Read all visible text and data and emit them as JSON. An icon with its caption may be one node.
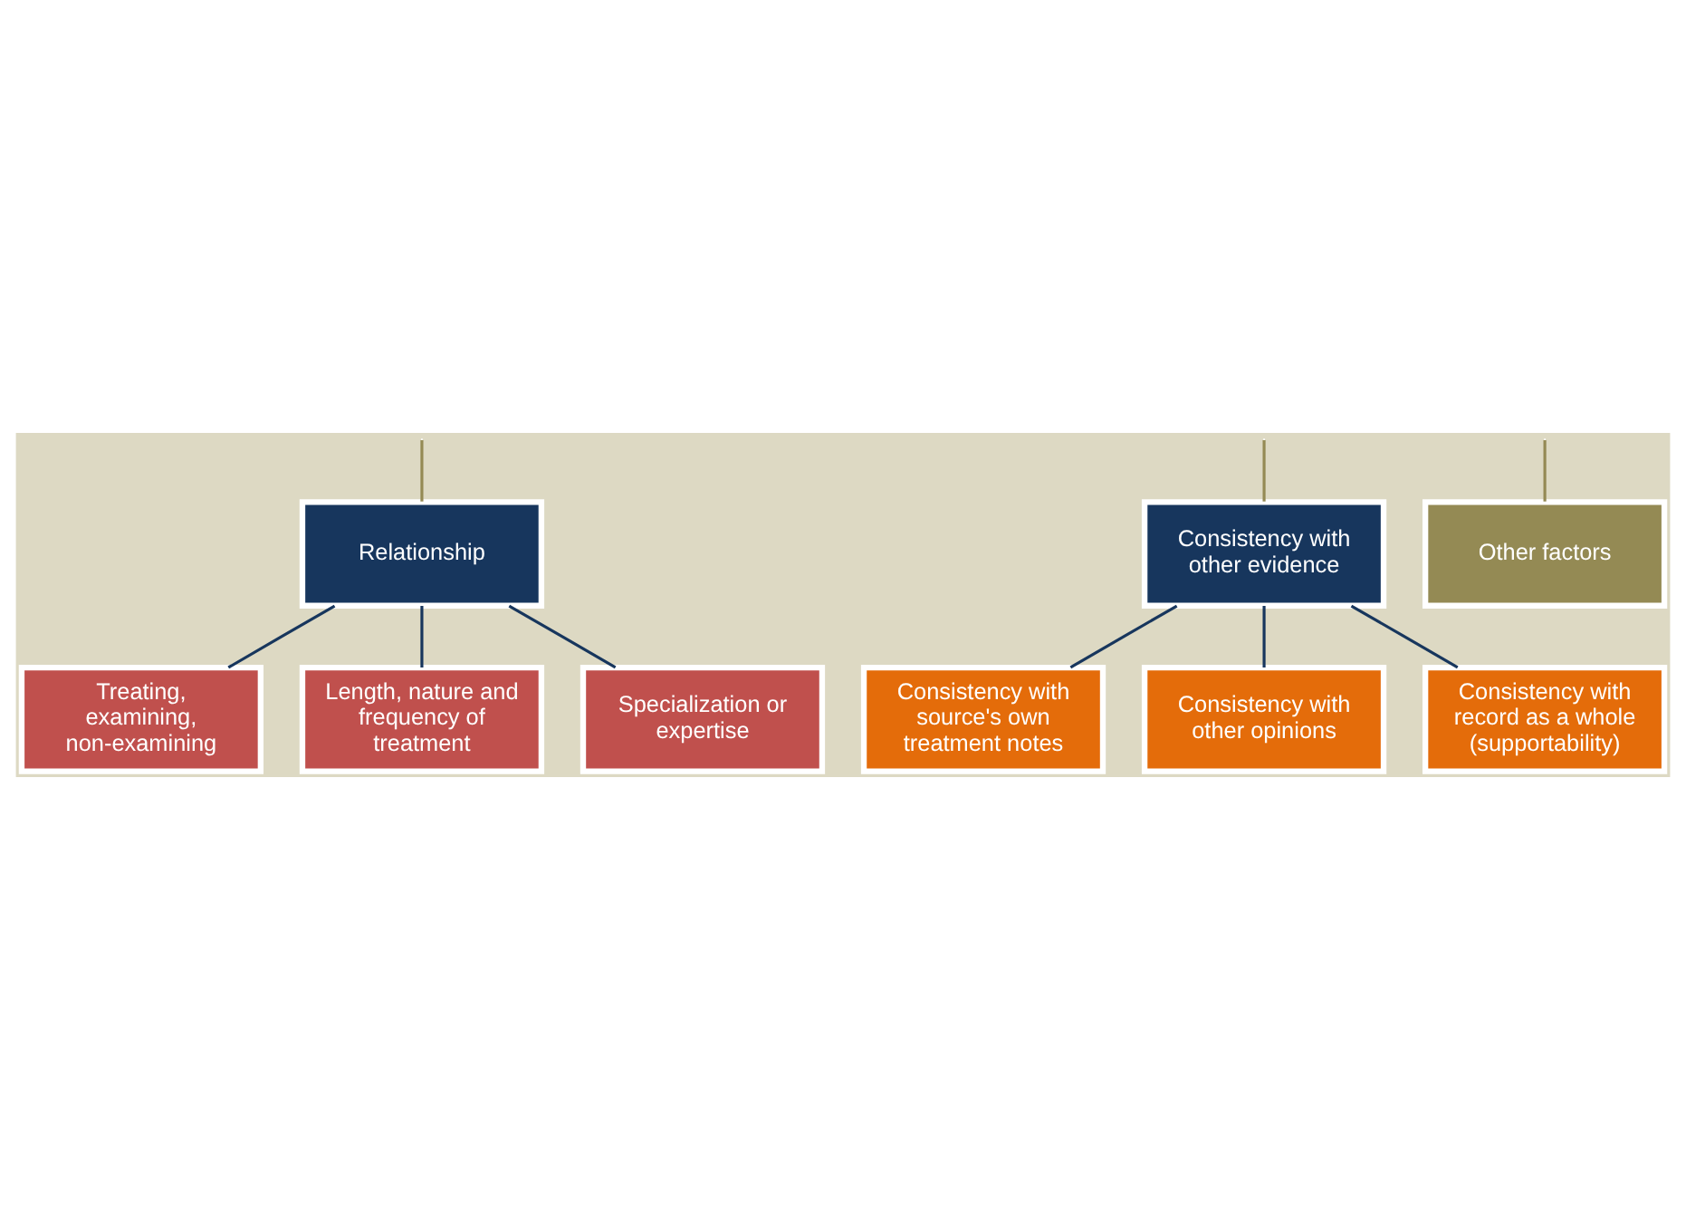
{
  "diagram": {
    "nodes": [
      {
        "text": [
          "Relationship"
        ]
      },
      {
        "text": [
          "Consistency with other evidence"
        ]
      },
      {
        "text": [
          "Treating, examining, non-examining"
        ]
      },
      {
        "text": [
          "Length, nature and frequency of treatment"
        ]
      },
      {
        "text": [
          "Specialization or expertise"
        ]
      },
      {
        "text": [
          "Consistency with source's own treatment notes"
        ]
      },
      {
        "text": [
          "Consistency with other opinions"
        ]
      },
      {
        "text": [
          "Consistency with record as a whole (supportability)"
        ]
      },
      {
        "text": [
          "Other factors"
        ]
      }
    ],
    "edges": [
      {
        "from": null,
        "to": 0,
        "arrow": "none",
        "color": "#948a54"
      },
      {
        "from": null,
        "to": 1,
        "arrow": "none",
        "color": "#948a54"
      },
      {
        "from": null,
        "to": 8,
        "arrow": "none",
        "color": "#948a54"
      },
      {
        "from": 0,
        "to": 2,
        "arrow": "none"
      },
      {
        "from": 0,
        "to": 3,
        "arrow": "none"
      },
      {
        "from": 0,
        "to": 4,
        "arrow": "none"
      },
      {
        "from": 1,
        "to": 5,
        "arrow": "none"
      },
      {
        "from": 1,
        "to": 6,
        "arrow": "none"
      },
      {
        "from": 1,
        "to": 7,
        "arrow": "none"
      }
    ]
  }
}
